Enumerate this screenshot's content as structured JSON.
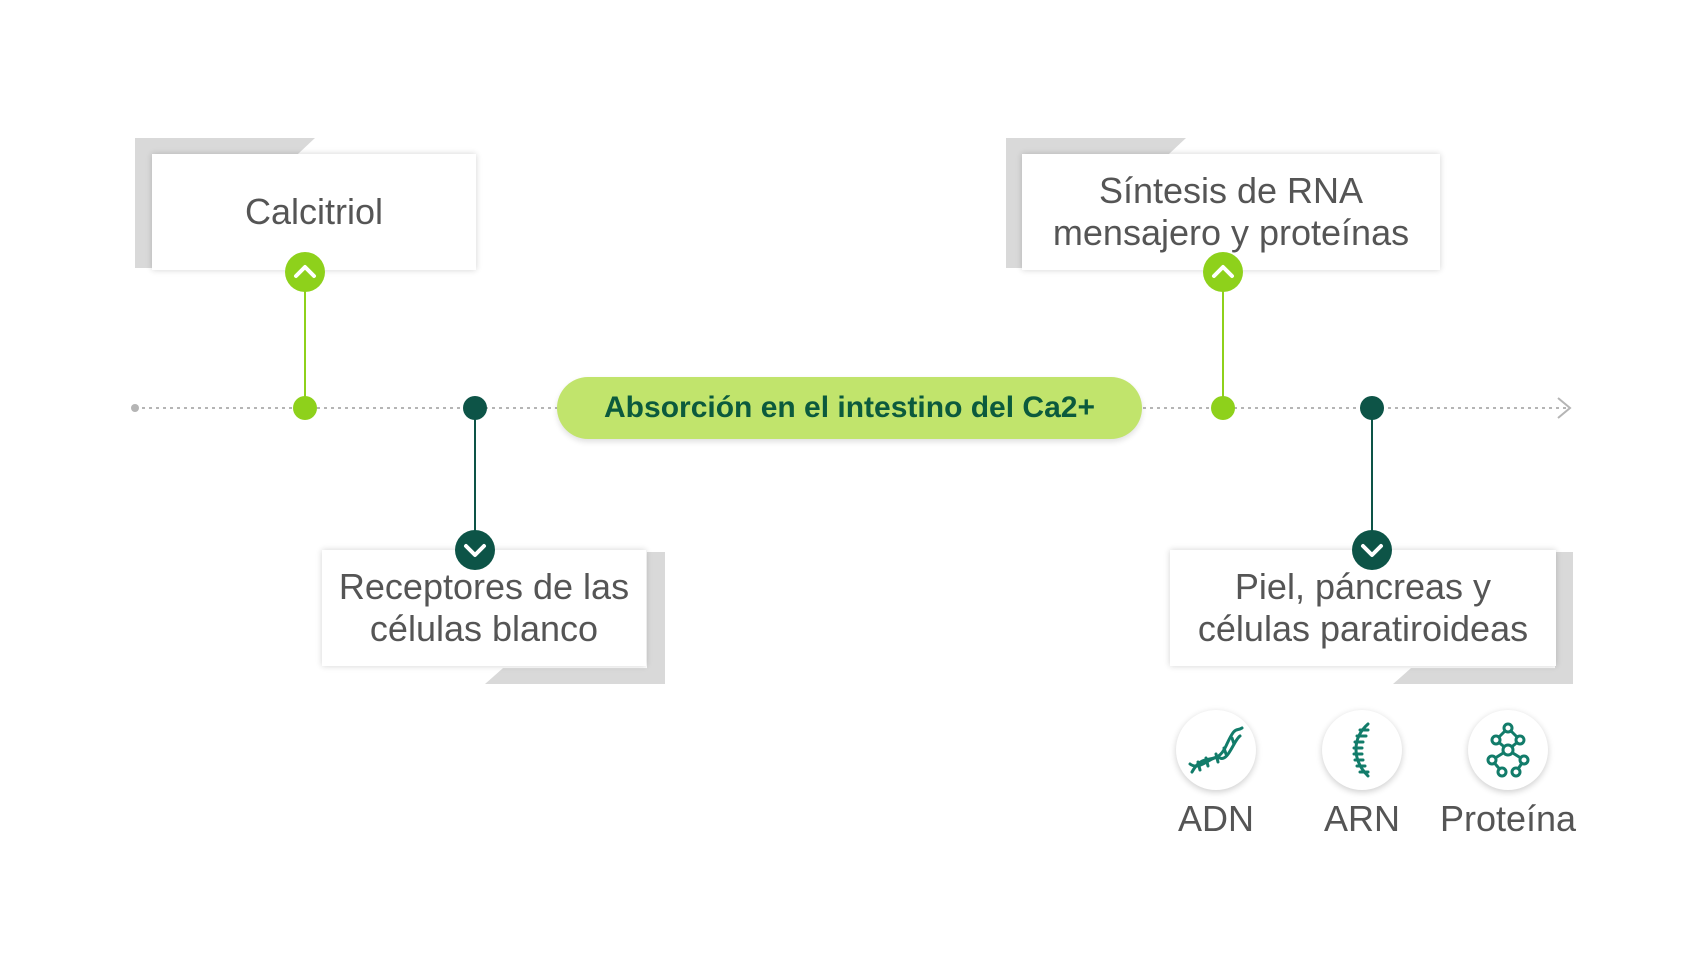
{
  "diagram": {
    "center_label": "Absorción en el intestino del Ca2+",
    "cards": [
      {
        "id": "calcitriol",
        "text": "Calcitriol"
      },
      {
        "id": "receptors",
        "text": "Receptores de las células blanco"
      },
      {
        "id": "synthesis",
        "text": "Síntesis de RNA mensajero y proteínas"
      },
      {
        "id": "tissues",
        "text": "Piel, páncreas y células paratiroideas"
      }
    ],
    "molecules": [
      {
        "id": "dna",
        "label": "ADN",
        "icon": "dna-icon"
      },
      {
        "id": "rna",
        "label": "ARN",
        "icon": "rna-icon"
      },
      {
        "id": "protein",
        "label": "Proteína",
        "icon": "protein-icon"
      }
    ],
    "colors": {
      "lime": "#8ed11b",
      "dark_green": "#0d5447",
      "pill": "#c1e46c",
      "pill_text": "#0b5a3d",
      "icon_teal": "#127c6a"
    }
  }
}
